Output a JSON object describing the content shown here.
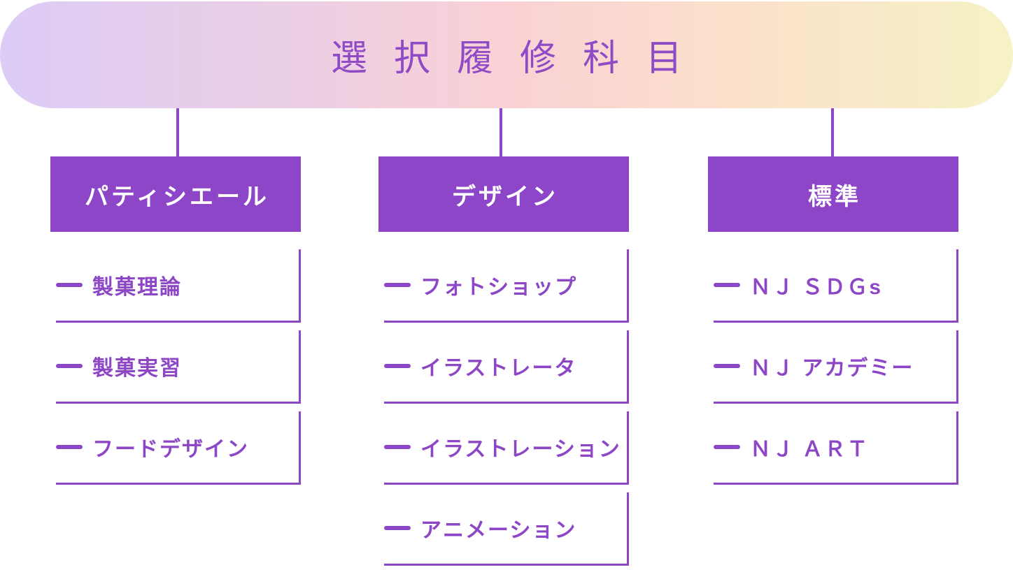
{
  "title": "選択履修科目",
  "colors": {
    "accent": "#8C46C6",
    "box_fill": "#8E46C8",
    "title_text": "#8F4AC5",
    "grad1": "#DCCCF6",
    "grad2": "#ECCFE4",
    "grad3": "#FAD1D5",
    "grad4": "#FBE0CB",
    "grad5": "#F6F3C6"
  },
  "columns": [
    {
      "header": "パティシエール",
      "items": [
        "製菓理論",
        "製菓実習",
        "フードデザイン"
      ]
    },
    {
      "header": "デザイン",
      "items": [
        "フォトショップ",
        "イラストレータ",
        "イラストレーション",
        "アニメーション"
      ]
    },
    {
      "header": "標準",
      "items": [
        "ＮＪ ＳＤＧs",
        "ＮＪ アカデミー",
        "ＮＪ ＡＲＴ"
      ]
    }
  ]
}
